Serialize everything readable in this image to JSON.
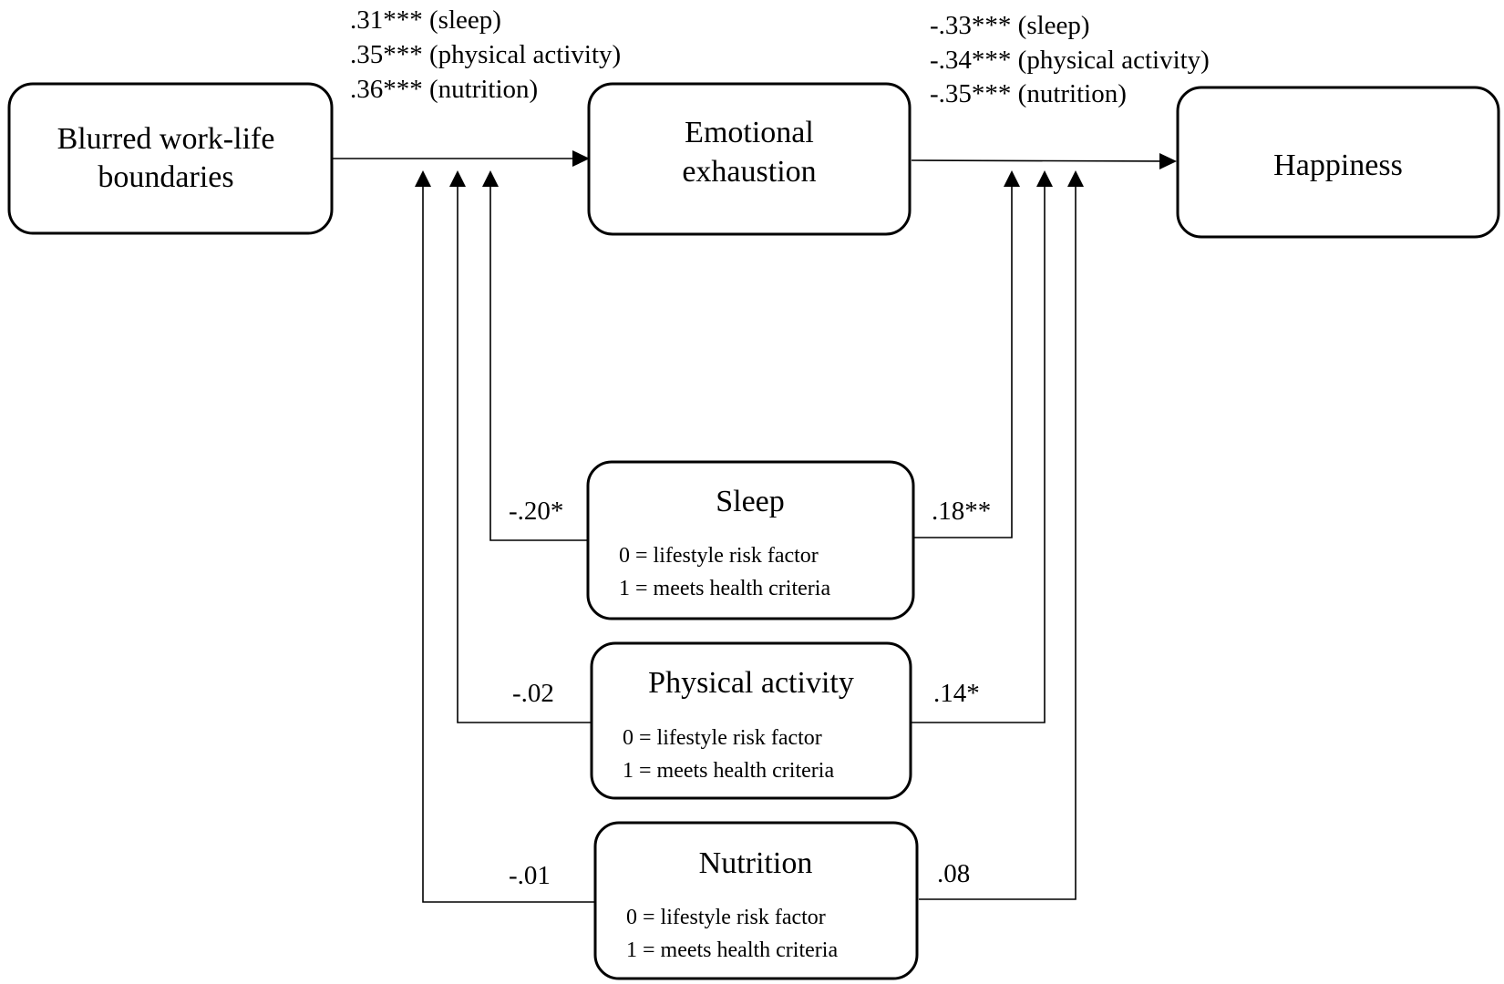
{
  "nodes": {
    "blurred": {
      "lines": [
        "Blurred work-life",
        "boundaries"
      ]
    },
    "exhaustion": {
      "lines": [
        "Emotional",
        "exhaustion"
      ]
    },
    "happiness": {
      "lines": [
        "Happiness"
      ]
    },
    "sleep": {
      "title": "Sleep",
      "codes": [
        "0 = lifestyle risk factor",
        "1 = meets health criteria"
      ]
    },
    "physical": {
      "title": "Physical activity",
      "codes": [
        "0 = lifestyle risk factor",
        "1 = meets health criteria"
      ]
    },
    "nutrition": {
      "title": "Nutrition",
      "codes": [
        "0 = lifestyle risk factor",
        "1 = meets health criteria"
      ]
    }
  },
  "path_a_coefficients": [
    ".31*** (sleep)",
    ".35*** (physical activity)",
    ".36*** (nutrition)"
  ],
  "path_b_coefficients": [
    "-.33*** (sleep)",
    "-.34*** (physical activity)",
    "-.35*** (nutrition)"
  ],
  "moderation_a": {
    "sleep": "-.20*",
    "physical": "-.02",
    "nutrition": "-.01"
  },
  "moderation_b": {
    "sleep": ".18**",
    "physical": ".14*",
    "nutrition": ".08"
  }
}
